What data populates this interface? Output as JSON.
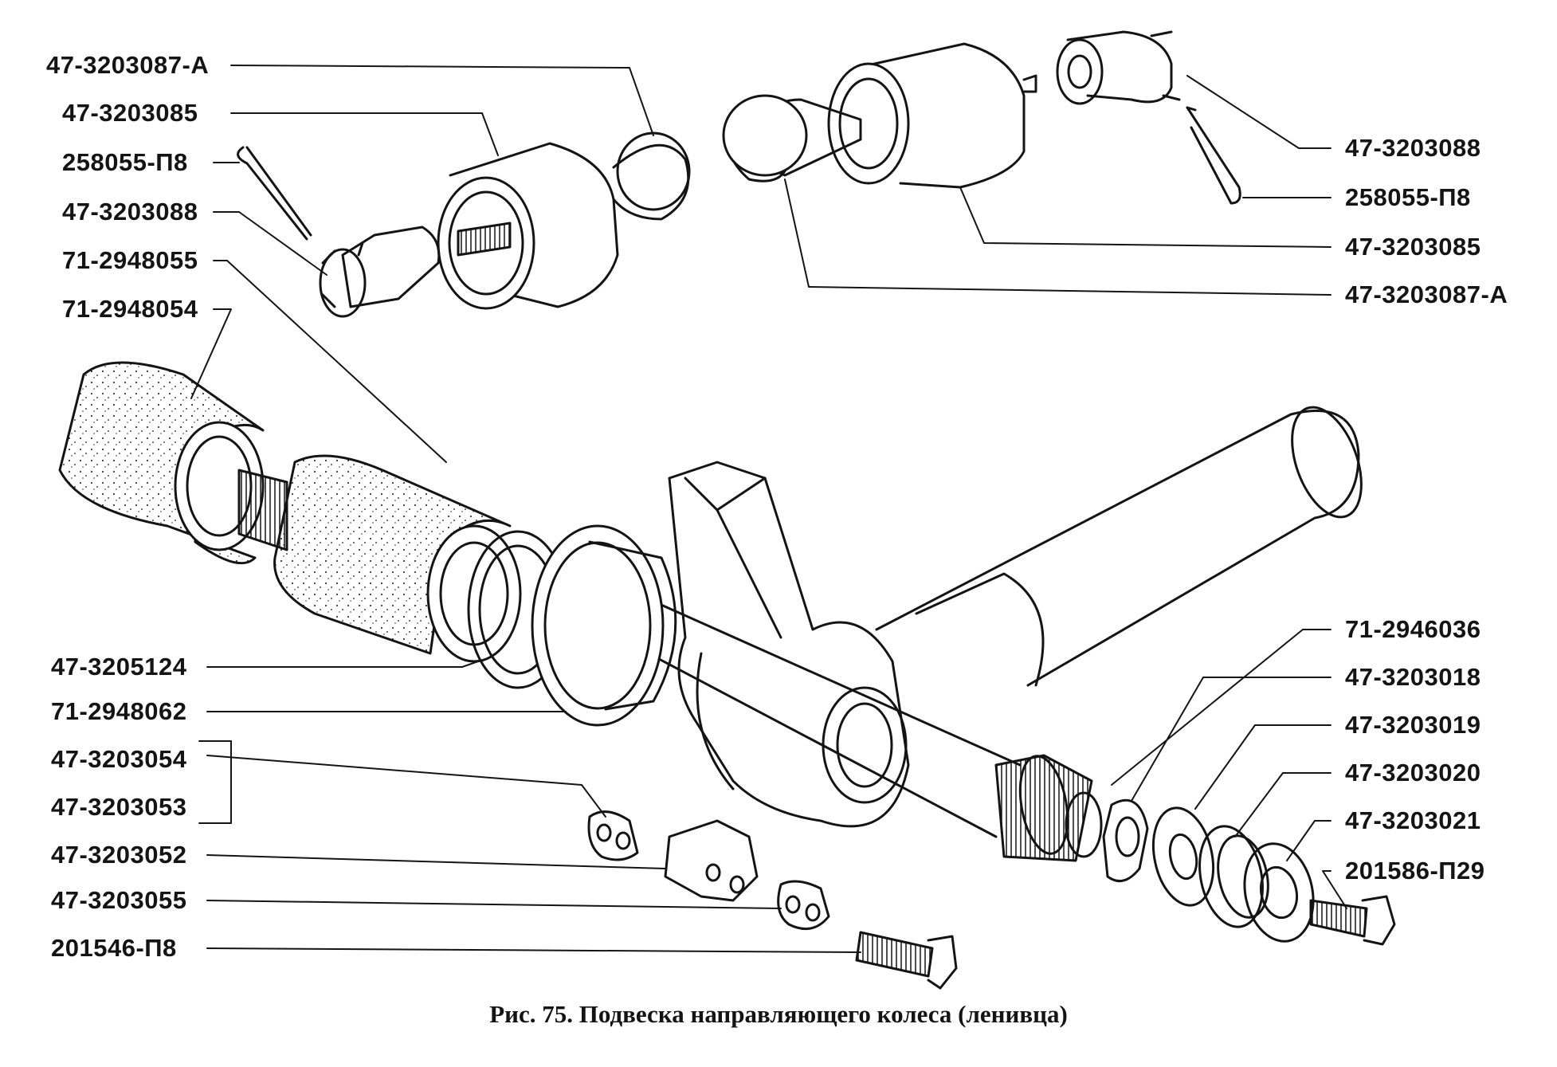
{
  "labels": {
    "l_3087a_left": "47-3203087-А",
    "l_3085_left": "47-3203085",
    "l_258055_left": "258055-П8",
    "l_3088_left": "47-3203088",
    "l_2948055": "71-2948055",
    "l_2948054": "71-2948054",
    "l_3205124": "47-3205124",
    "l_2948062": "71-2948062",
    "l_3203054": "47-3203054",
    "l_3203053": "47-3203053",
    "l_3203052": "47-3203052",
    "l_3203055": "47-3203055",
    "l_201546": "201546-П8",
    "l_3088_right": "47-3203088",
    "l_258055_right": "258055-П8",
    "l_3085_right": "47-3203085",
    "l_3087a_right": "47-3203087-А",
    "l_2946036": "71-2946036",
    "l_3203018": "47-3203018",
    "l_3203019": "47-3203019",
    "l_3203020": "47-3203020",
    "l_3203021": "47-3203021",
    "l_201586": "201586-П29"
  },
  "caption": "Рис. 75. Подвеска направляющего колеса (ленивца)",
  "colors": {
    "ink": "#141414",
    "paper": "#ffffff"
  }
}
